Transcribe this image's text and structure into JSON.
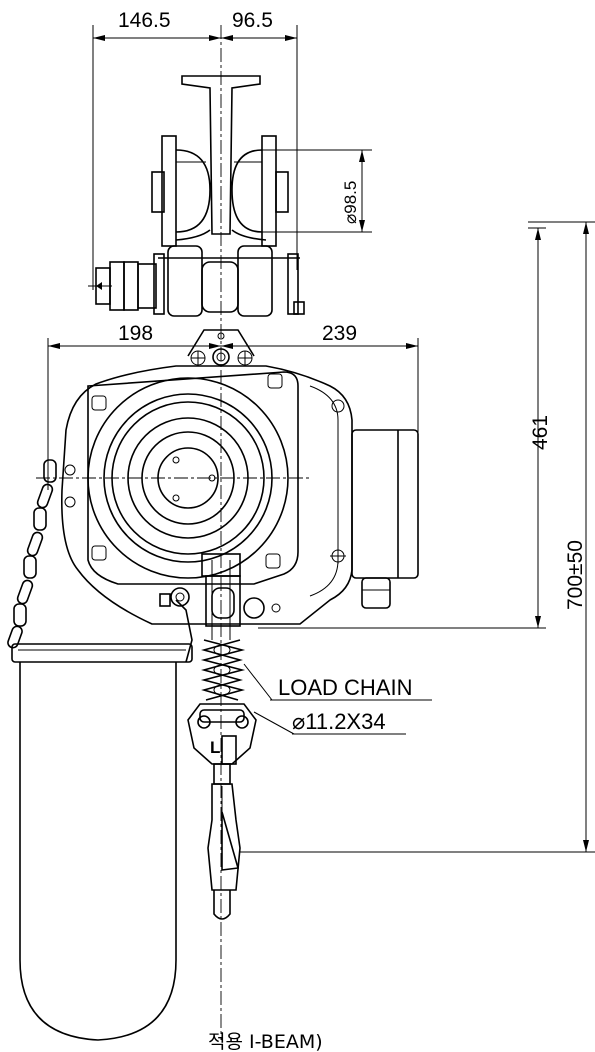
{
  "dimensions": {
    "top_left_width": "146.5",
    "top_right_width": "96.5",
    "wheel_diameter": "⌀98.5",
    "body_left_width": "198",
    "body_right_width": "239",
    "body_height": "461",
    "total_height": "700±50"
  },
  "labels": {
    "load_chain_title": "LOAD CHAIN",
    "load_chain_spec": "⌀11.2X34",
    "hook_mark": "L",
    "caption": "적용 I-BEAM)"
  }
}
